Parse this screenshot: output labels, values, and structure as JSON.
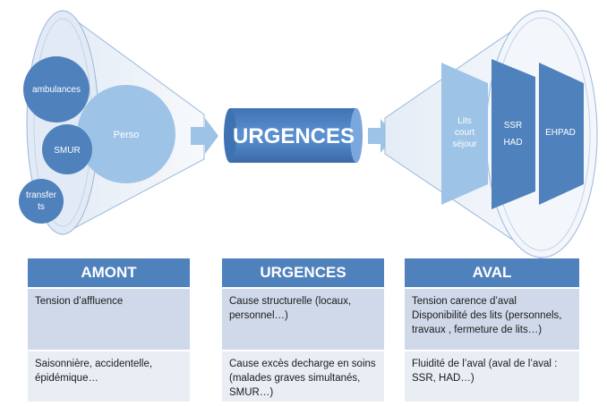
{
  "flow": {
    "upstream_bubbles": {
      "ambulances": "ambulances",
      "smur": "SMUR",
      "transfers_line1": "transfer",
      "transfers_line2": "ts",
      "perso": "Perso"
    },
    "center_label": "URGENCES",
    "downstream_blocks": {
      "lits_line1": "Lits",
      "lits_line2": "court",
      "lits_line3": "séjour",
      "ssr_line1": "SSR",
      "ssr_line2": "HAD",
      "ehpad": "EHPAD"
    }
  },
  "tables": {
    "amont": {
      "header": "AMONT",
      "row1": "Tension d’affluence",
      "row2": "Saisonnière, accidentelle, épidémique…"
    },
    "urgences": {
      "header": "URGENCES",
      "row1": "Cause structurelle  (locaux, personnel…)",
      "row2": "Cause excès decharge en soins (malades graves simultanés, SMUR…)"
    },
    "aval": {
      "header": "AVAL",
      "row1": "Tension carence d’aval Disponibilité des lits (personnels, travaux , fermeture de lits…)",
      "row2": "Fluidité de l’aval (aval de l’aval : SSR, HAD…)"
    }
  },
  "colors": {
    "primary_blue": "#4f81bd",
    "light_blue": "#9dc3e6",
    "pale_blue": "#dbe6f3",
    "row_dark": "#d0d9ea",
    "row_light": "#e9edf4"
  }
}
